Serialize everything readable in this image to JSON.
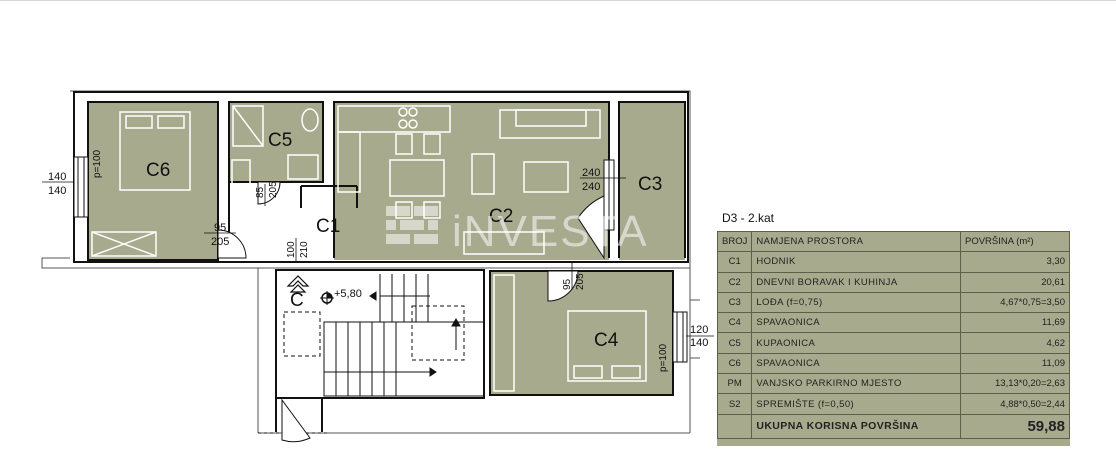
{
  "plan": {
    "rooms": [
      {
        "code": "C6"
      },
      {
        "code": "C5"
      },
      {
        "code": "C1"
      },
      {
        "code": "C2"
      },
      {
        "code": "C3"
      },
      {
        "code": "C4"
      }
    ],
    "entrance": {
      "code": "C",
      "level": "+5,80"
    },
    "dimensions": {
      "left_window_top": "140",
      "left_window_bottom": "140",
      "c6_window_sill": "p=100",
      "c5_door_w": "85",
      "c5_door_h": "205",
      "c6_door_w": "95",
      "c6_door_h": "205",
      "entry_door_w": "100",
      "entry_door_h": "210",
      "c3_door_top": "240",
      "c3_door_bottom": "240",
      "c4_door_w": "95",
      "c4_door_h": "205",
      "c4_window_top": "120",
      "c4_window_bottom": "140",
      "c4_window_sill": "p=100"
    },
    "watermark": "iNVESTA"
  },
  "table": {
    "title": "D3 - 2.kat",
    "headers": {
      "code": "BROJ",
      "name": "NAMJENA PROSTORA",
      "area": "POVRŠINA (m²)"
    },
    "rows": [
      {
        "code": "C1",
        "name": "HODNIK",
        "area": "3,30"
      },
      {
        "code": "C2",
        "name": "DNEVNI BORAVAK I KUHINJA",
        "area": "20,61"
      },
      {
        "code": "C3",
        "name": "LOĐA (f=0,75)",
        "area": "4,67*0,75=3,50"
      },
      {
        "code": "C4",
        "name": "SPAVAONICA",
        "area": "11,69"
      },
      {
        "code": "C5",
        "name": "KUPAONICA",
        "area": "4,62"
      },
      {
        "code": "C6",
        "name": "SPAVAONICA",
        "area": "11,09"
      },
      {
        "code": "PM",
        "name": "VANJSKO PARKIRNO MJESTO",
        "area": "13,13*0,20=2,63"
      },
      {
        "code": "S2",
        "name": "SPREMIŠTE (f=0,50)",
        "area": "4,88*0,50=2,44"
      }
    ],
    "total": {
      "label": "UKUPNA KORISNA POVRŠINA",
      "value": "59,88"
    }
  },
  "colors": {
    "room_fill": "#a7aa8d",
    "wall": "#111111",
    "watermark": "#ffffff"
  }
}
